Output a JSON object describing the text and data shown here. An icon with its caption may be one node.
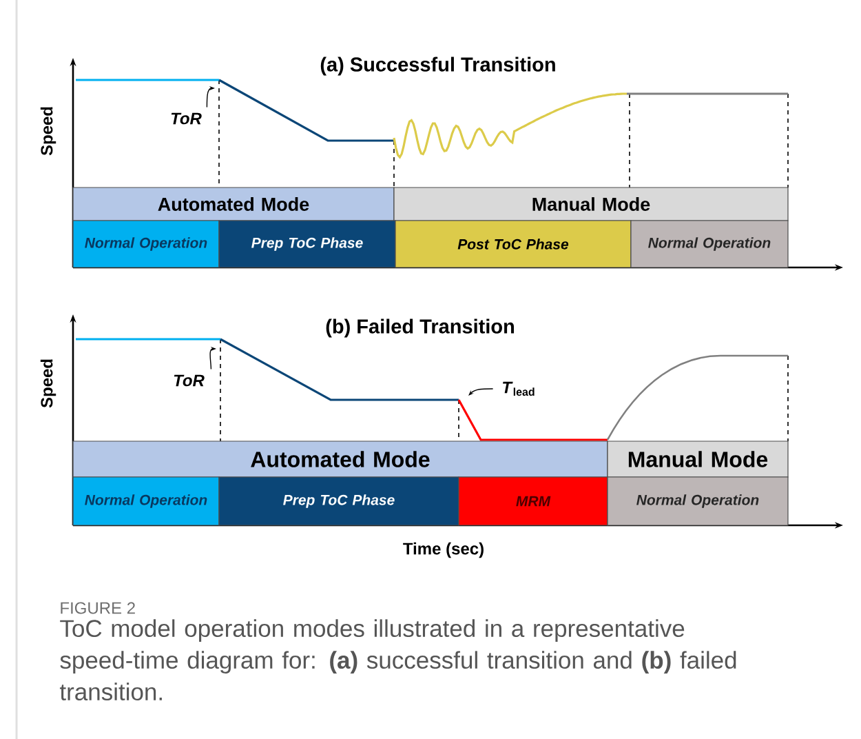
{
  "diagram": {
    "caption": "ToC model operation modes illustrated in a representative speed-time diagram for: **(a)** successful transition and **(b)** failed transition.",
    "nodes": [
      {
        "text": [
          "ToR"
        ]
      },
      {
        "text": [
          "Automated Mode"
        ]
      },
      {
        "text": [
          "Manual Mode"
        ]
      },
      {
        "text": [
          "Normal Operation"
        ]
      },
      {
        "text": [
          "Prep ToC Phase"
        ]
      },
      {
        "text": [
          "Post ToC Phase"
        ]
      },
      {
        "text": [
          "Normal Operation"
        ]
      },
      {
        "text": [
          "ToR"
        ]
      },
      {
        "text": [
          "*T*$_{lead}$"
        ]
      },
      {
        "text": [
          "Automated Mode"
        ]
      },
      {
        "text": [
          "Manual Mode"
        ]
      },
      {
        "text": [
          "Normal Operation"
        ]
      },
      {
        "text": [
          "Prep ToC Phase"
        ]
      },
      {
        "text": [
          "MRM"
        ]
      },
      {
        "text": [
          "Normal Operation"
        ]
      }
    ],
    "edges": [
      {
        "from": 0,
        "to": null,
        "arrow": "to"
      },
      {
        "from": 7,
        "to": null,
        "arrow": "to"
      },
      {
        "from": 8,
        "to": null,
        "arrow": "to"
      }
    ],
    "labels": [
      "(a) Successful Transition",
      "Speed",
      "(b) Failed Transition",
      "Speed",
      "Time (sec)",
      "FIGURE 2"
    ]
  }
}
